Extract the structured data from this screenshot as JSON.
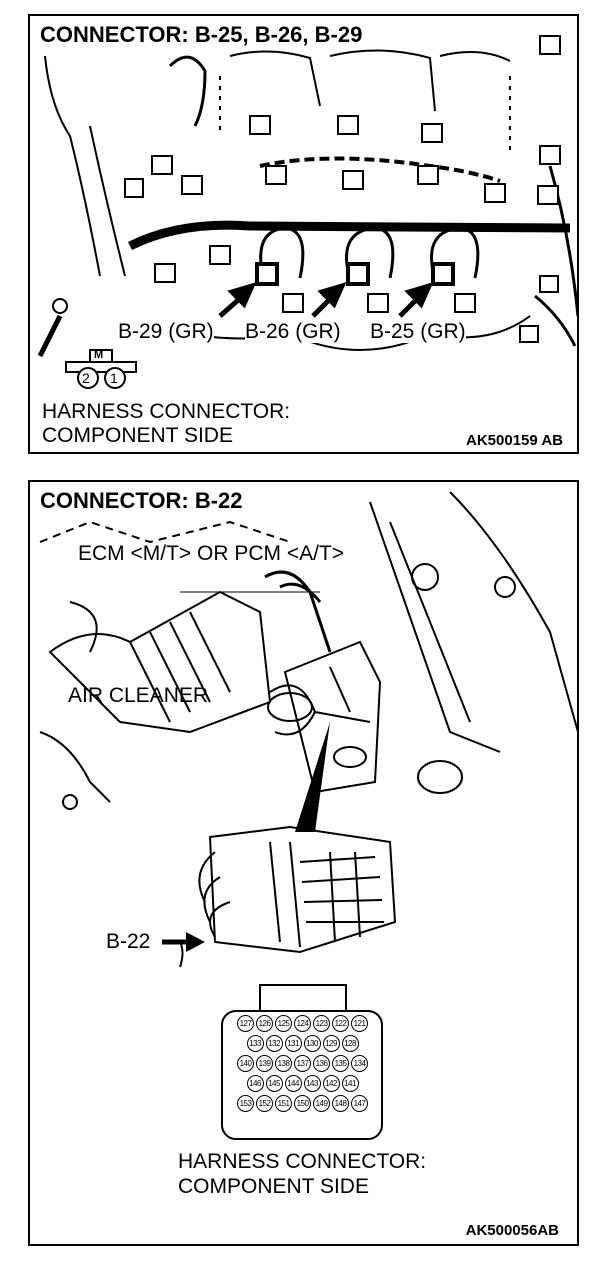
{
  "panel1": {
    "title": "CONNECTOR: B-25, B-26, B-29",
    "callouts": [
      "B-29 (GR)",
      "B-26 (GR)",
      "B-25 (GR)"
    ],
    "connector_symbol": {
      "tag": "M",
      "pins": [
        "2",
        "1"
      ]
    },
    "caption_line1": "HARNESS CONNECTOR:",
    "caption_line2": "COMPONENT SIDE",
    "figure_code": "AK500159 AB"
  },
  "panel2": {
    "title": "CONNECTOR: B-22",
    "ecm_label": "ECM <M/T> OR PCM <A/T>",
    "air_cleaner_label": "AIR CLEANER",
    "connector_callout": "B-22",
    "pin_rows": [
      [
        "127",
        "126",
        "125",
        "124",
        "123",
        "122",
        "121"
      ],
      [
        "133",
        "132",
        "131",
        "130",
        "129",
        "128"
      ],
      [
        "140",
        "139",
        "138",
        "137",
        "136",
        "135",
        "134"
      ],
      [
        "146",
        "145",
        "144",
        "143",
        "142",
        "141"
      ],
      [
        "153",
        "152",
        "151",
        "150",
        "149",
        "148",
        "147"
      ]
    ],
    "caption_line1": "HARNESS CONNECTOR:",
    "caption_line2": "COMPONENT SIDE",
    "figure_code": "AK500056AB"
  }
}
